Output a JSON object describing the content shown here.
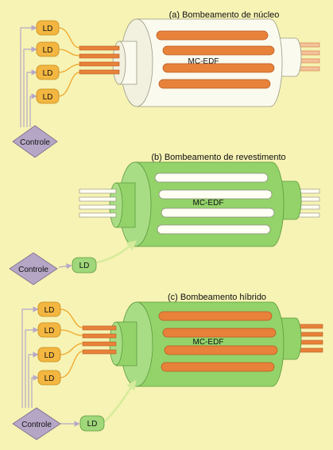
{
  "panels": [
    {
      "title": "(a) Bombeamento de núcleo",
      "fiber_label": "MC-EDF",
      "control_label": "Controle",
      "ld_labels": [
        "LD",
        "LD",
        "LD",
        "LD"
      ],
      "inner_core_color": "#e8823a",
      "body_color": "#fbfaee"
    },
    {
      "title": "(b) Bombeamento de revestimento",
      "fiber_label": "MC-EDF",
      "control_label": "Controle",
      "ld_labels": [
        "LD"
      ],
      "inner_core_color": "#fffff4",
      "body_color": "#93d36a"
    },
    {
      "title": "(c) Bombeamento híbrido",
      "fiber_label": "MC-EDF",
      "control_label": "Controle",
      "ld_labels": [
        "LD",
        "LD",
        "LD",
        "LD",
        "LD"
      ],
      "inner_core_color": "#e8823a",
      "body_color": "#93d36a"
    }
  ],
  "colors": {
    "background": "#f6f3b4",
    "ld_orange": "#f3b640",
    "ld_green": "#9fd77a",
    "control_purple": "#b6a6c6",
    "wire": "#b7a8c8",
    "orange_line": "#f0a62a"
  }
}
